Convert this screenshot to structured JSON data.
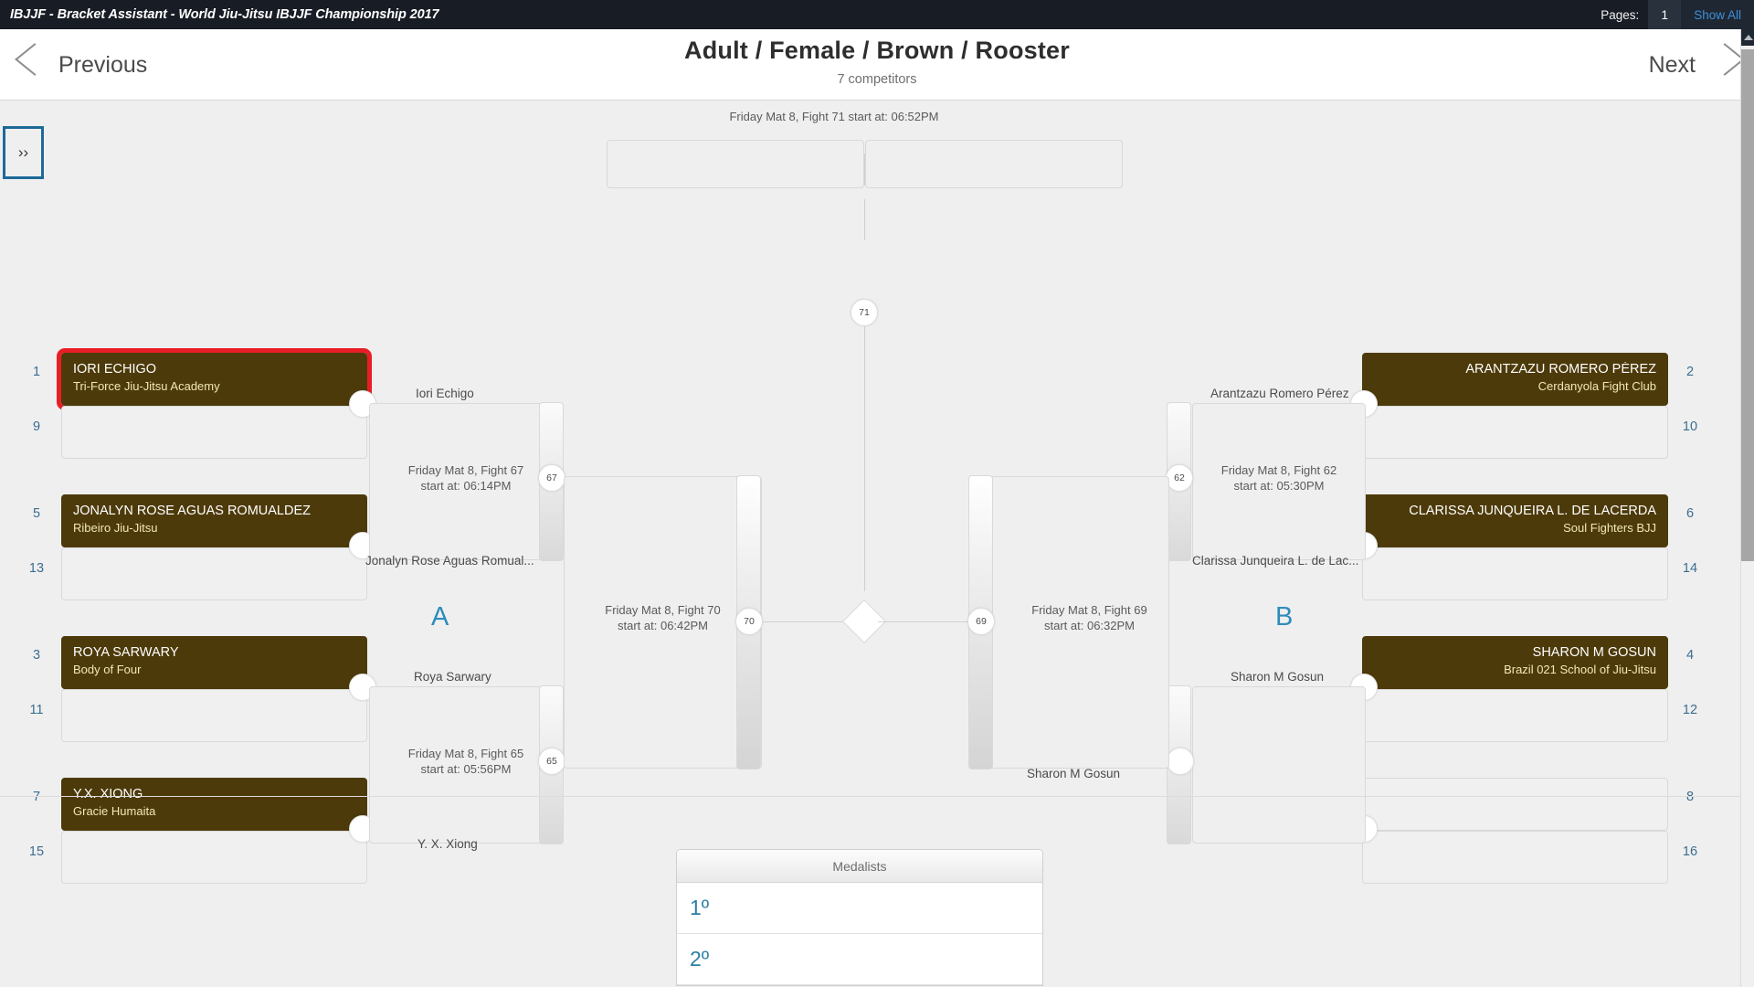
{
  "topbar": {
    "title": "IBJJF - Bracket Assistant - World Jiu-Jitsu IBJJF Championship 2017",
    "pages_label": "Pages:",
    "pages_current": "1",
    "show_all_label": "Show All"
  },
  "header": {
    "prev_label": "Previous",
    "next_label": "Next",
    "title": "Adult / Female / Brown / Rooster",
    "competitors_text": "7 competitors"
  },
  "sidebar": {
    "expand_label": "››"
  },
  "bracket": {
    "side_marks": {
      "left": "A",
      "right": "B"
    },
    "seeds": {
      "l1": "1",
      "l9": "9",
      "l5": "5",
      "l13": "13",
      "l3": "3",
      "l11": "11",
      "l7": "7",
      "l15": "15",
      "r2": "2",
      "r10": "10",
      "r6": "6",
      "r14": "14",
      "r4": "4",
      "r12": "12",
      "r8": "8",
      "r16": "16"
    },
    "competitors": {
      "left": [
        {
          "name": "IORI ECHIGO",
          "team": "Tri-Force Jiu-Jitsu Academy"
        },
        {
          "name": "JONALYN ROSE AGUAS ROMUALDEZ",
          "team": "Ribeiro Jiu-Jitsu"
        },
        {
          "name": "ROYA SARWARY",
          "team": "Body of Four"
        },
        {
          "name": "Y.X. XIONG",
          "team": "Gracie Humaita"
        }
      ],
      "right": [
        {
          "name": "ARANTZAZU ROMERO PÉREZ",
          "team": "Cerdanyola Fight Club"
        },
        {
          "name": "CLARISSA JUNQUEIRA L. DE LACERDA",
          "team": "Soul Fighters BJJ"
        },
        {
          "name": "SHARON M GOSUN",
          "team": "Brazil 021 School of Jiu-Jitsu"
        }
      ]
    },
    "fights": {
      "f67": {
        "id": "67",
        "label_line1": "Friday Mat 8, Fight 67",
        "label_line2": "start at: 06:14PM"
      },
      "f65": {
        "id": "65",
        "label_line1": "Friday Mat 8, Fight 65",
        "label_line2": "start at: 05:56PM"
      },
      "f70": {
        "id": "70",
        "label_line1": "Friday Mat 8, Fight 70",
        "label_line2": "start at: 06:42PM"
      },
      "f71": {
        "id": "71",
        "label_single": "Friday Mat 8, Fight 71 start at: 06:52PM"
      },
      "f62": {
        "id": "62",
        "label_line1": "Friday Mat 8, Fight 62",
        "label_line2": "start at: 05:30PM"
      },
      "f69": {
        "id": "69",
        "label_line1": "Friday Mat 8, Fight 69",
        "label_line2": "start at: 06:32PM"
      }
    },
    "advancing": {
      "iori": "Iori Echigo",
      "jonalyn": "Jonalyn Rose Aguas Romual...",
      "roya": "Roya Sarwary",
      "yxxiong": "Y. X. Xiong",
      "arantzazu": "Arantzazu Romero Pérez",
      "clarissa": "Clarissa Junqueira L. de Lac...",
      "sharon_top": "Sharon M Gosun",
      "sharon_bottom": "Sharon M Gosun"
    }
  },
  "medalists": {
    "header": "Medalists",
    "rows": [
      {
        "position": "1º",
        "name": ""
      },
      {
        "position": "2º",
        "name": ""
      }
    ]
  }
}
